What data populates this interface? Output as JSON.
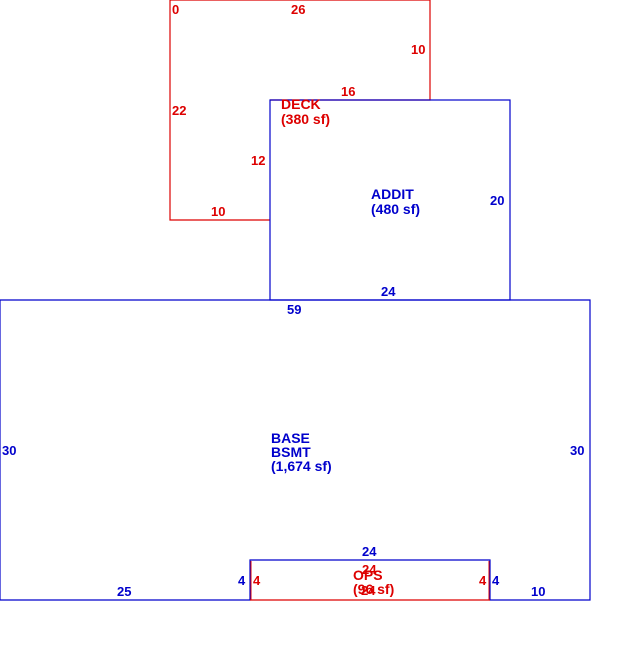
{
  "colors": {
    "blue": "#0000cc",
    "red": "#dd0000",
    "background": "#ffffff"
  },
  "areas": {
    "deck": {
      "name": "DECK",
      "area": "(380 sf)",
      "dims": {
        "origin": "0",
        "top": "26",
        "right_upper": "10",
        "step": "16",
        "left": "22",
        "inner": "12",
        "bottom": "10"
      }
    },
    "addit": {
      "name": "ADDIT",
      "area": "(480 sf)",
      "dims": {
        "right": "20",
        "bottom": "24"
      }
    },
    "base": {
      "name_line1": "BASE",
      "name_line2": "BSMT",
      "area": "(1,674 sf)",
      "dims": {
        "top": "59",
        "left": "30",
        "right": "30",
        "notch_top": "24",
        "notch_left": "4",
        "notch_right": "4",
        "bottom_left": "25",
        "bottom_right": "10"
      }
    },
    "ops": {
      "name": "OPS",
      "area": "(96 sf)",
      "dims": {
        "top": "24",
        "bottom": "24",
        "left": "4",
        "right": "4"
      }
    }
  }
}
